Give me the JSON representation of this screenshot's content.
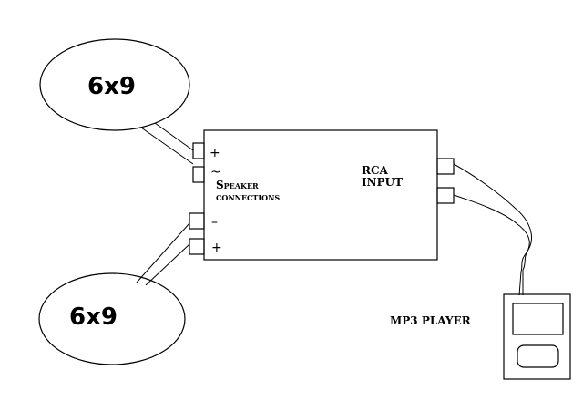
{
  "speakers": {
    "top_label": "6x9",
    "bottom_label": "6x9"
  },
  "amplifier": {
    "speaker_label_line1": "Speaker",
    "speaker_label_line2": "connections",
    "rca_label_line1": "RCA",
    "rca_label_line2": "INPUT",
    "terminal_marks": [
      "+",
      "~",
      "–",
      "+"
    ]
  },
  "player": {
    "label": "MP3 PLAYER"
  }
}
